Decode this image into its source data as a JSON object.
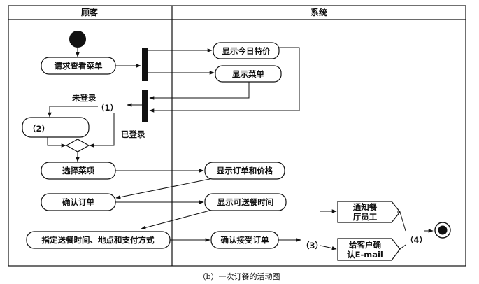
{
  "swimlanes": {
    "customer": "顾客",
    "system": "系统"
  },
  "nodes": {
    "request_menu": "请求查看菜单",
    "show_special": "显示今日特价",
    "show_menu": "显示菜单",
    "select_item": "选择菜项",
    "show_order_price": "显示订单和价格",
    "confirm_order": "确认订单",
    "show_delivery_time": "显示可送餐时间",
    "specify_delivery": "指定送餐时间、地点和支付方式",
    "confirm_accept": "确认接受订单",
    "notify_staff_line1": "通知餐",
    "notify_staff_line2": "厅员工",
    "email_line1": "给客户确",
    "email_line2": "认E-mail",
    "blank_2": "（2）"
  },
  "labels": {
    "not_logged_in": "未登录",
    "logged_in": "已登录",
    "blank_1": "（1）",
    "blank_3": "（3）",
    "blank_4": "（4）"
  },
  "caption": "（b）一次订餐的活动图"
}
